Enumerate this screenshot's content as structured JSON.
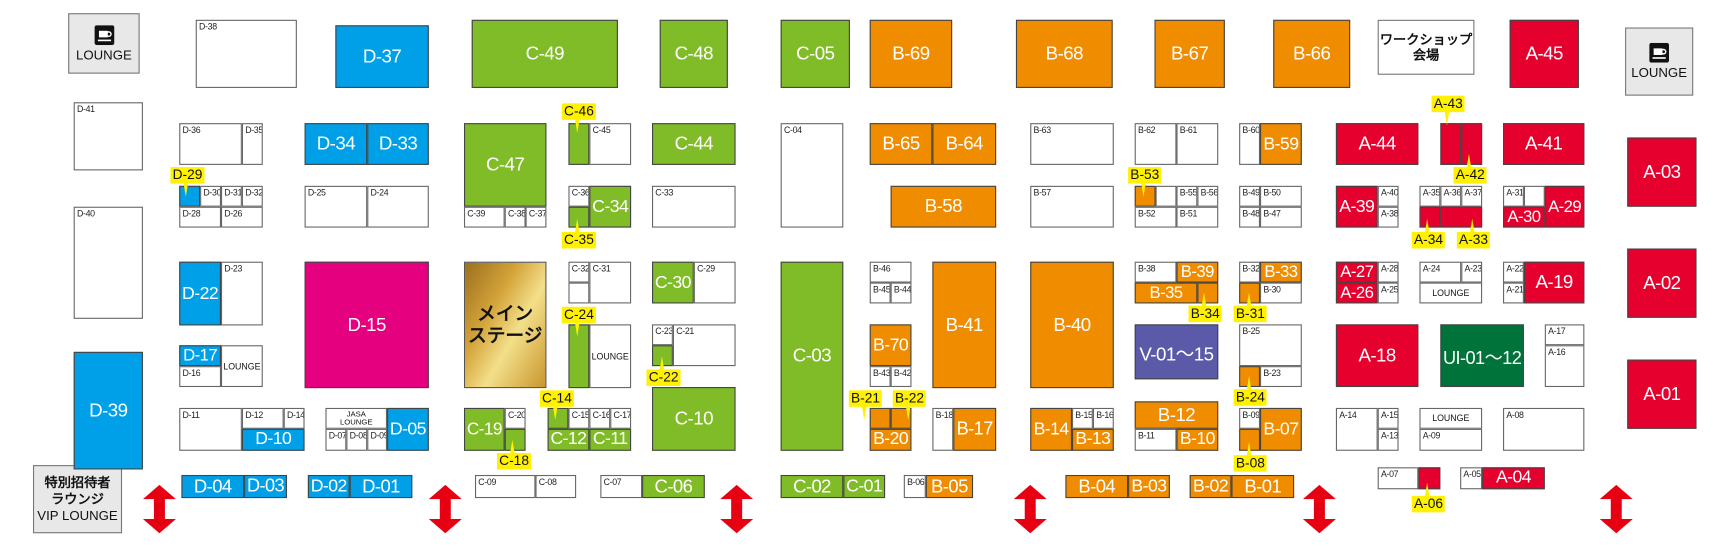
{
  "colors": {
    "b": "#00a0e9",
    "g": "#80bc28",
    "o": "#f08c00",
    "r": "#e6002d",
    "m": "#e4007f",
    "p": "#5a5aa8",
    "dg": "#00733a",
    "callout": "#fff100",
    "arrow": "#e60012"
  },
  "areas": {
    "lounge_left": {
      "label": "LOUNGE",
      "icon": "coffee-cup-icon"
    },
    "lounge_right": {
      "label": "LOUNGE",
      "icon": "coffee-cup-icon"
    },
    "workshop": {
      "label": "ワークショップ\n会場"
    },
    "vip_lounge": {
      "line1": "特別招待者",
      "line2": "ラウンジ",
      "line3": "VIP LOUNGE"
    },
    "main_stage": {
      "label": "メイン\nステージ"
    },
    "lounge_d": {
      "label": "LOUNGE"
    },
    "lounge_jasa": {
      "label": "JASA\nLOUNGE"
    },
    "lounge_c": {
      "label": "LOUNGE"
    },
    "lounge_a1": {
      "label": "LOUNGE"
    },
    "lounge_a2": {
      "label": "LOUNGE"
    }
  },
  "booths": [
    {
      "id": "D-38"
    },
    {
      "id": "D-37",
      "fill": "b"
    },
    {
      "id": "C-49",
      "fill": "g"
    },
    {
      "id": "C-48",
      "fill": "g"
    },
    {
      "id": "C-05",
      "fill": "g"
    },
    {
      "id": "B-69",
      "fill": "o"
    },
    {
      "id": "B-68",
      "fill": "o"
    },
    {
      "id": "B-67",
      "fill": "o"
    },
    {
      "id": "B-66",
      "fill": "o"
    },
    {
      "id": "A-45",
      "fill": "r"
    },
    {
      "id": "D-41"
    },
    {
      "id": "D-36"
    },
    {
      "id": "D-35"
    },
    {
      "id": "D-34",
      "fill": "b"
    },
    {
      "id": "D-33",
      "fill": "b"
    },
    {
      "id": "C-47",
      "fill": "g"
    },
    {
      "id": "C-39"
    },
    {
      "id": "C-38"
    },
    {
      "id": "C-37"
    },
    {
      "id": "C-46",
      "fill": "g",
      "callout": true
    },
    {
      "id": "C-45"
    },
    {
      "id": "C-44",
      "fill": "g"
    },
    {
      "id": "C-04"
    },
    {
      "id": "B-65",
      "fill": "o"
    },
    {
      "id": "B-64",
      "fill": "o"
    },
    {
      "id": "B-63"
    },
    {
      "id": "B-62"
    },
    {
      "id": "B-61"
    },
    {
      "id": "B-60"
    },
    {
      "id": "B-59",
      "fill": "o"
    },
    {
      "id": "A-44",
      "fill": "r"
    },
    {
      "id": "A-43",
      "fill": "r",
      "callout": true
    },
    {
      "id": "A-42",
      "fill": "r",
      "callout": true
    },
    {
      "id": "A-41",
      "fill": "r"
    },
    {
      "id": "A-03",
      "fill": "r"
    },
    {
      "id": "D-29",
      "fill": "b",
      "callout": true
    },
    {
      "id": "D-30"
    },
    {
      "id": "D-31"
    },
    {
      "id": "D-32"
    },
    {
      "id": "D-28"
    },
    {
      "id": "D-26"
    },
    {
      "id": "D-25"
    },
    {
      "id": "D-24"
    },
    {
      "id": "C-36"
    },
    {
      "id": "C-35",
      "fill": "g",
      "callout": true
    },
    {
      "id": "C-34",
      "fill": "g"
    },
    {
      "id": "C-33"
    },
    {
      "id": "B-58",
      "fill": "o"
    },
    {
      "id": "B-57"
    },
    {
      "id": "B-53",
      "fill": "o",
      "callout": true
    },
    {
      "id": "B-55"
    },
    {
      "id": "B-56"
    },
    {
      "id": "B-52"
    },
    {
      "id": "B-51"
    },
    {
      "id": "B-49"
    },
    {
      "id": "B-50"
    },
    {
      "id": "B-48"
    },
    {
      "id": "B-47"
    },
    {
      "id": "A-39",
      "fill": "r"
    },
    {
      "id": "A-40"
    },
    {
      "id": "A-38"
    },
    {
      "id": "A-35"
    },
    {
      "id": "A-36"
    },
    {
      "id": "A-37"
    },
    {
      "id": "A-34",
      "fill": "r",
      "callout": true
    },
    {
      "id": "A-33",
      "fill": "r",
      "callout": true
    },
    {
      "id": "A-31"
    },
    {
      "id": "A-30",
      "fill": "r"
    },
    {
      "id": "A-29",
      "fill": "r"
    },
    {
      "id": "D-40"
    },
    {
      "id": "D-22",
      "fill": "b"
    },
    {
      "id": "D-23"
    },
    {
      "id": "D-15",
      "fill": "m"
    },
    {
      "id": "C-32"
    },
    {
      "id": "C-31"
    },
    {
      "id": "C-30",
      "fill": "g"
    },
    {
      "id": "C-29"
    },
    {
      "id": "C-03",
      "fill": "g"
    },
    {
      "id": "B-46"
    },
    {
      "id": "B-45"
    },
    {
      "id": "B-44"
    },
    {
      "id": "B-41",
      "fill": "o"
    },
    {
      "id": "B-40",
      "fill": "o"
    },
    {
      "id": "B-38"
    },
    {
      "id": "B-39",
      "fill": "o"
    },
    {
      "id": "B-35",
      "fill": "o"
    },
    {
      "id": "B-34",
      "fill": "o",
      "callout": true
    },
    {
      "id": "B-32"
    },
    {
      "id": "B-33",
      "fill": "o"
    },
    {
      "id": "B-31",
      "fill": "o",
      "callout": true
    },
    {
      "id": "B-30"
    },
    {
      "id": "A-27",
      "fill": "r"
    },
    {
      "id": "A-28"
    },
    {
      "id": "A-26",
      "fill": "r"
    },
    {
      "id": "A-25"
    },
    {
      "id": "A-24"
    },
    {
      "id": "A-23"
    },
    {
      "id": "A-22"
    },
    {
      "id": "A-21"
    },
    {
      "id": "A-19",
      "fill": "r"
    },
    {
      "id": "A-02",
      "fill": "r"
    },
    {
      "id": "D-17",
      "fill": "b"
    },
    {
      "id": "D-16"
    },
    {
      "id": "D-39",
      "fill": "b"
    },
    {
      "id": "C-24",
      "fill": "g",
      "callout": true
    },
    {
      "id": "C-23"
    },
    {
      "id": "C-22",
      "fill": "g",
      "callout": true
    },
    {
      "id": "C-21"
    },
    {
      "id": "C-10",
      "fill": "g"
    },
    {
      "id": "B-70",
      "fill": "o"
    },
    {
      "id": "B-43"
    },
    {
      "id": "B-42"
    },
    {
      "id": "V-01〜15",
      "fill": "p"
    },
    {
      "id": "B-25"
    },
    {
      "id": "B-24",
      "fill": "o",
      "callout": true
    },
    {
      "id": "B-23"
    },
    {
      "id": "A-18",
      "fill": "r"
    },
    {
      "id": "UI-01〜12",
      "fill": "dg"
    },
    {
      "id": "A-17"
    },
    {
      "id": "A-16"
    },
    {
      "id": "A-01",
      "fill": "r"
    },
    {
      "id": "D-11"
    },
    {
      "id": "D-12"
    },
    {
      "id": "D-14"
    },
    {
      "id": "D-10",
      "fill": "b"
    },
    {
      "id": "D-07"
    },
    {
      "id": "D-08"
    },
    {
      "id": "D-09"
    },
    {
      "id": "D-05",
      "fill": "b"
    },
    {
      "id": "C-19",
      "fill": "g"
    },
    {
      "id": "C-20"
    },
    {
      "id": "C-18",
      "fill": "g",
      "callout": true
    },
    {
      "id": "C-14",
      "fill": "g",
      "callout": true
    },
    {
      "id": "C-15"
    },
    {
      "id": "C-16"
    },
    {
      "id": "C-17"
    },
    {
      "id": "C-12",
      "fill": "g"
    },
    {
      "id": "C-11",
      "fill": "g"
    },
    {
      "id": "B-21",
      "fill": "o",
      "callout": true
    },
    {
      "id": "B-22",
      "fill": "o",
      "callout": true
    },
    {
      "id": "B-20",
      "fill": "o"
    },
    {
      "id": "B-18"
    },
    {
      "id": "B-17",
      "fill": "o"
    },
    {
      "id": "B-14",
      "fill": "o"
    },
    {
      "id": "B-15"
    },
    {
      "id": "B-16"
    },
    {
      "id": "B-13",
      "fill": "o"
    },
    {
      "id": "B-12",
      "fill": "o"
    },
    {
      "id": "B-11"
    },
    {
      "id": "B-10",
      "fill": "o"
    },
    {
      "id": "B-09"
    },
    {
      "id": "B-08",
      "fill": "o",
      "callout": true
    },
    {
      "id": "B-07",
      "fill": "o"
    },
    {
      "id": "A-14"
    },
    {
      "id": "A-15"
    },
    {
      "id": "A-13"
    },
    {
      "id": "A-09"
    },
    {
      "id": "A-08"
    },
    {
      "id": "D-04",
      "fill": "b"
    },
    {
      "id": "D-03",
      "fill": "b"
    },
    {
      "id": "D-02",
      "fill": "b"
    },
    {
      "id": "D-01",
      "fill": "b"
    },
    {
      "id": "C-09"
    },
    {
      "id": "C-08"
    },
    {
      "id": "C-07"
    },
    {
      "id": "C-06",
      "fill": "g"
    },
    {
      "id": "C-02",
      "fill": "g"
    },
    {
      "id": "C-01",
      "fill": "g"
    },
    {
      "id": "B-06"
    },
    {
      "id": "B-05",
      "fill": "o"
    },
    {
      "id": "B-04",
      "fill": "o"
    },
    {
      "id": "B-03",
      "fill": "o"
    },
    {
      "id": "B-02",
      "fill": "o"
    },
    {
      "id": "B-01",
      "fill": "o"
    },
    {
      "id": "A-07"
    },
    {
      "id": "A-06",
      "fill": "r",
      "callout": true
    },
    {
      "id": "A-05"
    },
    {
      "id": "A-04",
      "fill": "r"
    }
  ]
}
